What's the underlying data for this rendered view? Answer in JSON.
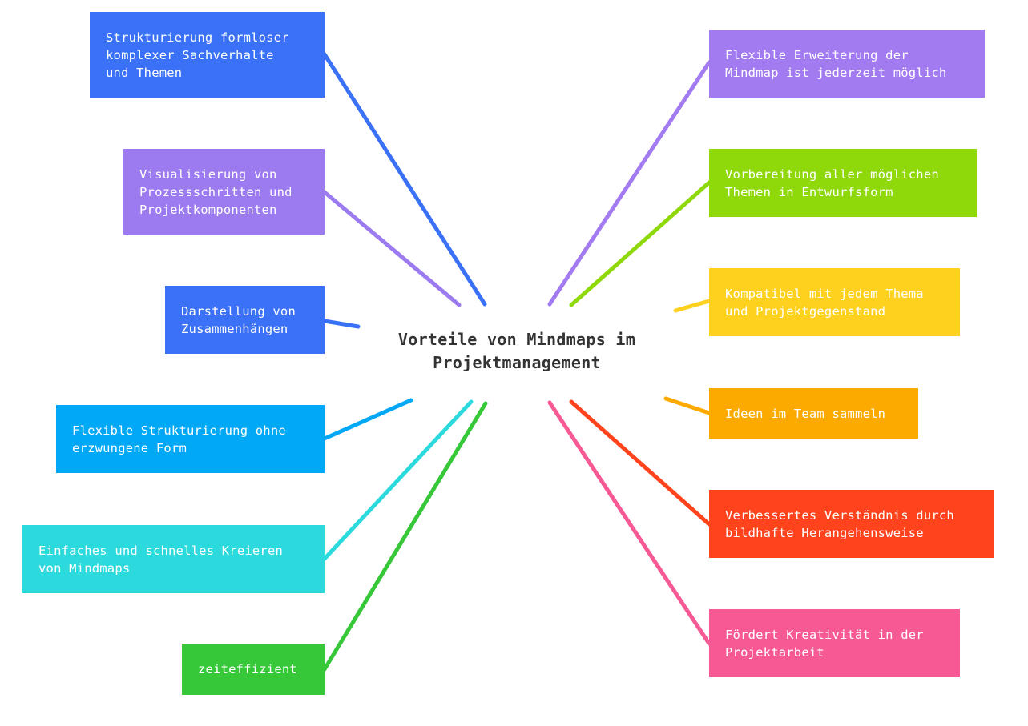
{
  "center": {
    "title": "Vorteile von Mindmaps im\nProjektmanagement"
  },
  "branches": [
    {
      "id": "n1",
      "label": "Strukturierung formloser\nkomplexer Sachverhalte\nund Themen",
      "color": "#3b71f6"
    },
    {
      "id": "n2",
      "label": "Visualisierung von\nProzessschritten und\nProjektkomponenten",
      "color": "#9c7bf0"
    },
    {
      "id": "n3",
      "label": "Darstellung von\nZusammenhängen",
      "color": "#3b71f6"
    },
    {
      "id": "n4",
      "label": "Flexible Strukturierung ohne\nerzwungene Form",
      "color": "#00a8f5"
    },
    {
      "id": "n5",
      "label": "Einfaches und schnelles Kreieren\nvon Mindmaps",
      "color": "#2cd9dc"
    },
    {
      "id": "n6",
      "label": "zeiteffizient",
      "color": "#37c83a"
    },
    {
      "id": "n7",
      "label": "Flexible Erweiterung der\nMindmap ist jederzeit möglich",
      "color": "#a37bf1"
    },
    {
      "id": "n8",
      "label": "Vorbereitung aller möglichen\nThemen in Entwurfsform",
      "color": "#8fd80a"
    },
    {
      "id": "n9",
      "label": "Kompatibel mit jedem Thema\nund Projektgegenstand",
      "color": "#fdd11e"
    },
    {
      "id": "n10",
      "label": "Ideen im Team sammeln",
      "color": "#fcaa00"
    },
    {
      "id": "n11",
      "label": "Verbessertes Verständnis durch\nbildhafte Herangehensweise",
      "color": "#fe431d"
    },
    {
      "id": "n12",
      "label": "Fördert Kreativität in der\nProjektarbeit",
      "color": "#f65993"
    }
  ]
}
